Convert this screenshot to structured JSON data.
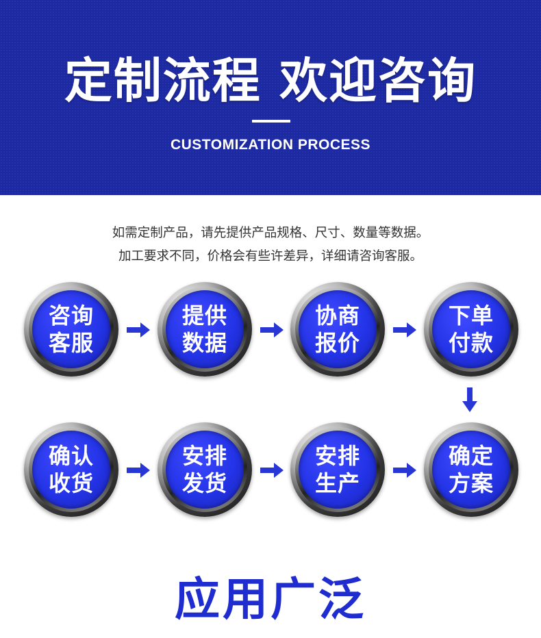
{
  "banner": {
    "title": "定制流程 欢迎咨询",
    "subtitle": "CUSTOMIZATION PROCESS"
  },
  "intro": {
    "line1": "如需定制产品，请先提供产品规格、尺寸、数量等数据。",
    "line2": "加工要求不同，价格会有些许差异，详细请咨询客服。"
  },
  "steps": [
    {
      "line1": "咨询",
      "line2": "客服"
    },
    {
      "line1": "提供",
      "line2": "数据"
    },
    {
      "line1": "协商",
      "line2": "报价"
    },
    {
      "line1": "下单",
      "line2": "付款"
    },
    {
      "line1": "确认",
      "line2": "收货"
    },
    {
      "line1": "安排",
      "line2": "发货"
    },
    {
      "line1": "安排",
      "line2": "生产"
    },
    {
      "line1": "确定",
      "line2": "方案"
    }
  ],
  "section": {
    "title": "应用广泛"
  },
  "colors": {
    "banner_bg": "#1d2aa6",
    "accent_blue": "#2333e6",
    "arrow_blue": "#2836d6",
    "section_title": "#1f2ccf"
  }
}
